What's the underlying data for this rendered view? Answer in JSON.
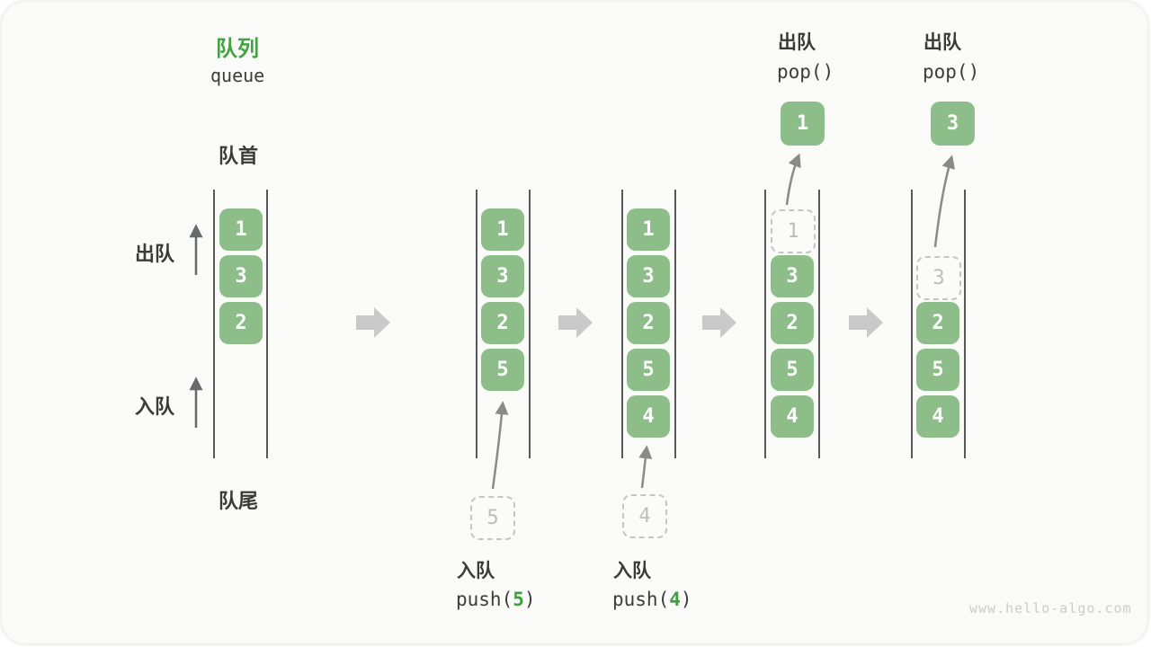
{
  "title": {
    "zh": "队列",
    "en": "queue"
  },
  "side_labels": {
    "front": "队首",
    "rear": "队尾",
    "dequeue": "出队",
    "enqueue": "入队"
  },
  "operations": {
    "push5": {
      "name": "入队",
      "fn": "push(",
      "arg": "5",
      "close": ")"
    },
    "push4": {
      "name": "入队",
      "fn": "push(",
      "arg": "4",
      "close": ")"
    },
    "pop_first": {
      "name": "出队",
      "fn": "pop()"
    },
    "pop_second": {
      "name": "出队",
      "fn": "pop()"
    }
  },
  "states": {
    "s1": {
      "boxes": [
        "1",
        "3",
        "2"
      ]
    },
    "s2": {
      "boxes": [
        "1",
        "3",
        "2",
        "5"
      ],
      "incoming": "5"
    },
    "s3": {
      "boxes": [
        "1",
        "3",
        "2",
        "5",
        "4"
      ],
      "incoming": "4"
    },
    "s4": {
      "removed": "1",
      "boxes": [
        "3",
        "2",
        "5",
        "4"
      ],
      "popped": "1"
    },
    "s5": {
      "removed": "3",
      "boxes": [
        "2",
        "5",
        "4"
      ],
      "popped": "3"
    }
  },
  "watermark": "www.hello-algo.com",
  "colors": {
    "accent_green": "#44a144",
    "box_green": "#8dbe8a",
    "wall_gray": "#57585a",
    "block_arrow_gray": "#c9c9c9",
    "curve_arrow_gray": "#8a8a8a",
    "dashed_gray": "#c5c5c5",
    "background": "#fafaf8"
  }
}
